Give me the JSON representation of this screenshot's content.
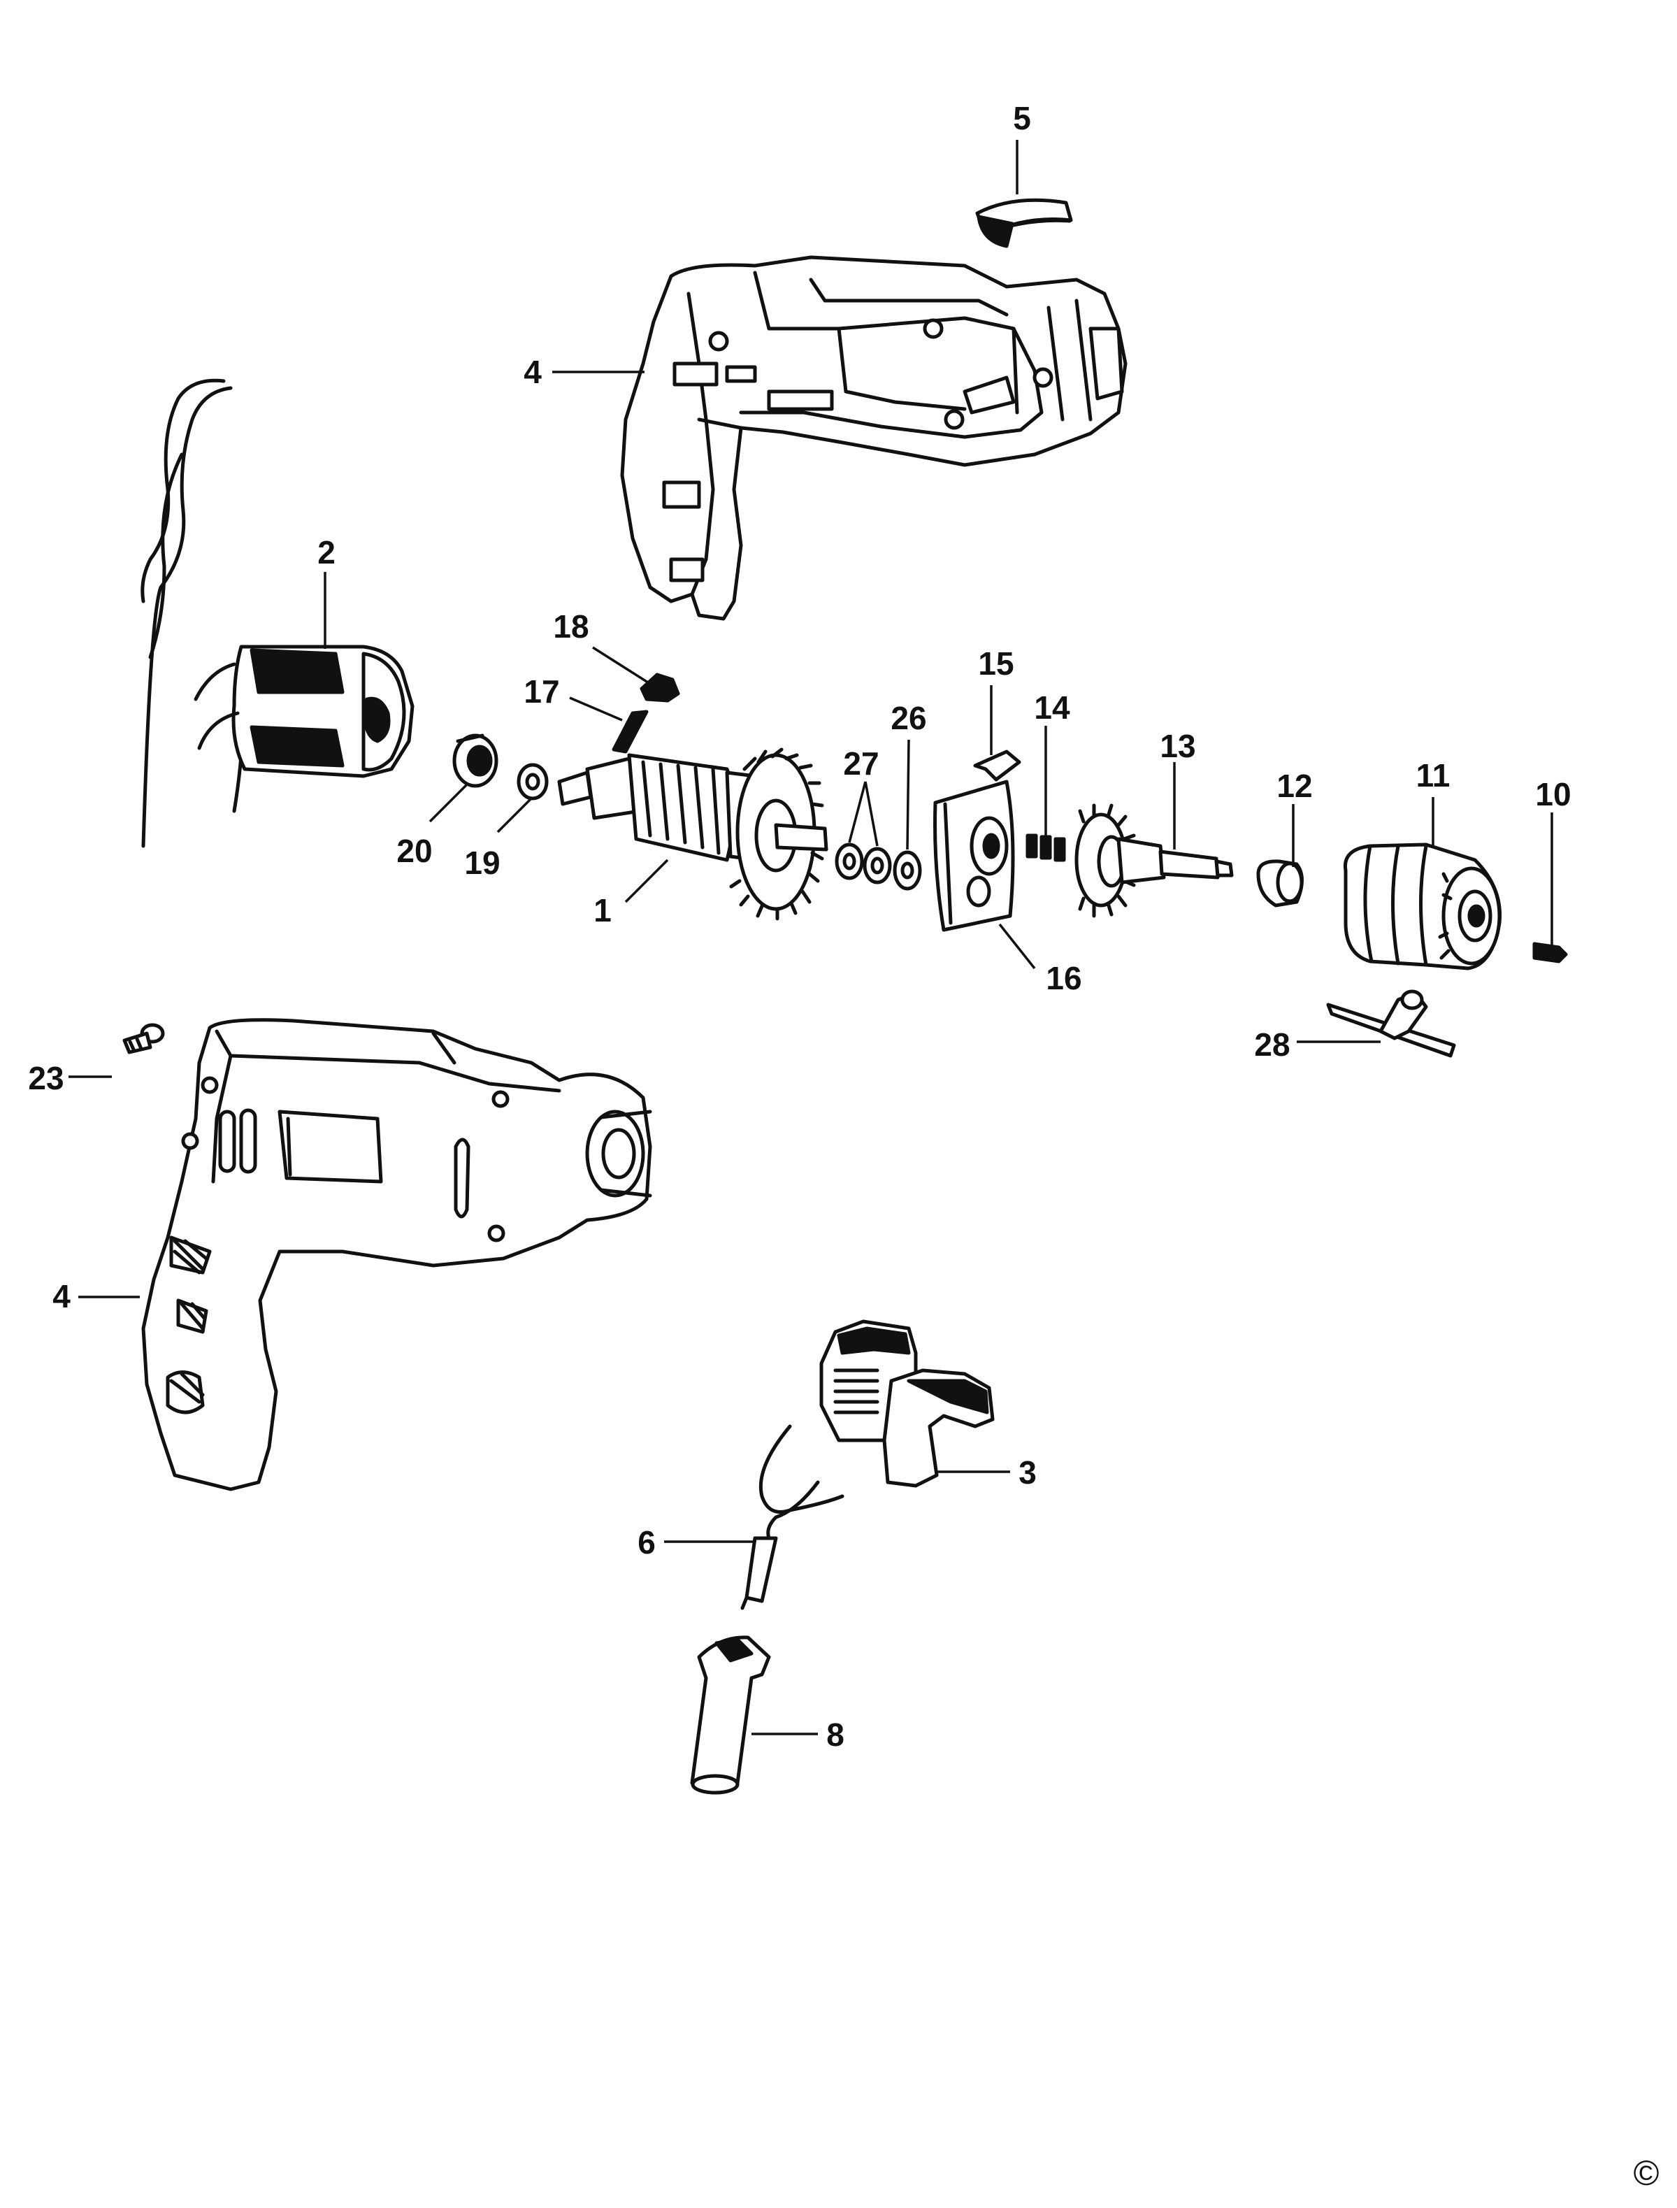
{
  "diagram": {
    "callouts": [
      {
        "id": "c5",
        "label": "5"
      },
      {
        "id": "c4a",
        "label": "4"
      },
      {
        "id": "c2",
        "label": "2"
      },
      {
        "id": "c18",
        "label": "18"
      },
      {
        "id": "c17",
        "label": "17"
      },
      {
        "id": "c15",
        "label": "15"
      },
      {
        "id": "c14",
        "label": "14"
      },
      {
        "id": "c26",
        "label": "26"
      },
      {
        "id": "c27",
        "label": "27"
      },
      {
        "id": "c13",
        "label": "13"
      },
      {
        "id": "c12",
        "label": "12"
      },
      {
        "id": "c11",
        "label": "11"
      },
      {
        "id": "c10",
        "label": "10"
      },
      {
        "id": "c20",
        "label": "20"
      },
      {
        "id": "c19",
        "label": "19"
      },
      {
        "id": "c1",
        "label": "1"
      },
      {
        "id": "c16",
        "label": "16"
      },
      {
        "id": "c28",
        "label": "28"
      },
      {
        "id": "c23",
        "label": "23"
      },
      {
        "id": "c4b",
        "label": "4"
      },
      {
        "id": "c3",
        "label": "3"
      },
      {
        "id": "c6",
        "label": "6"
      },
      {
        "id": "c8",
        "label": "8"
      }
    ],
    "copyright_symbol": "©",
    "line_color": "#111111",
    "background_color": "#ffffff"
  }
}
